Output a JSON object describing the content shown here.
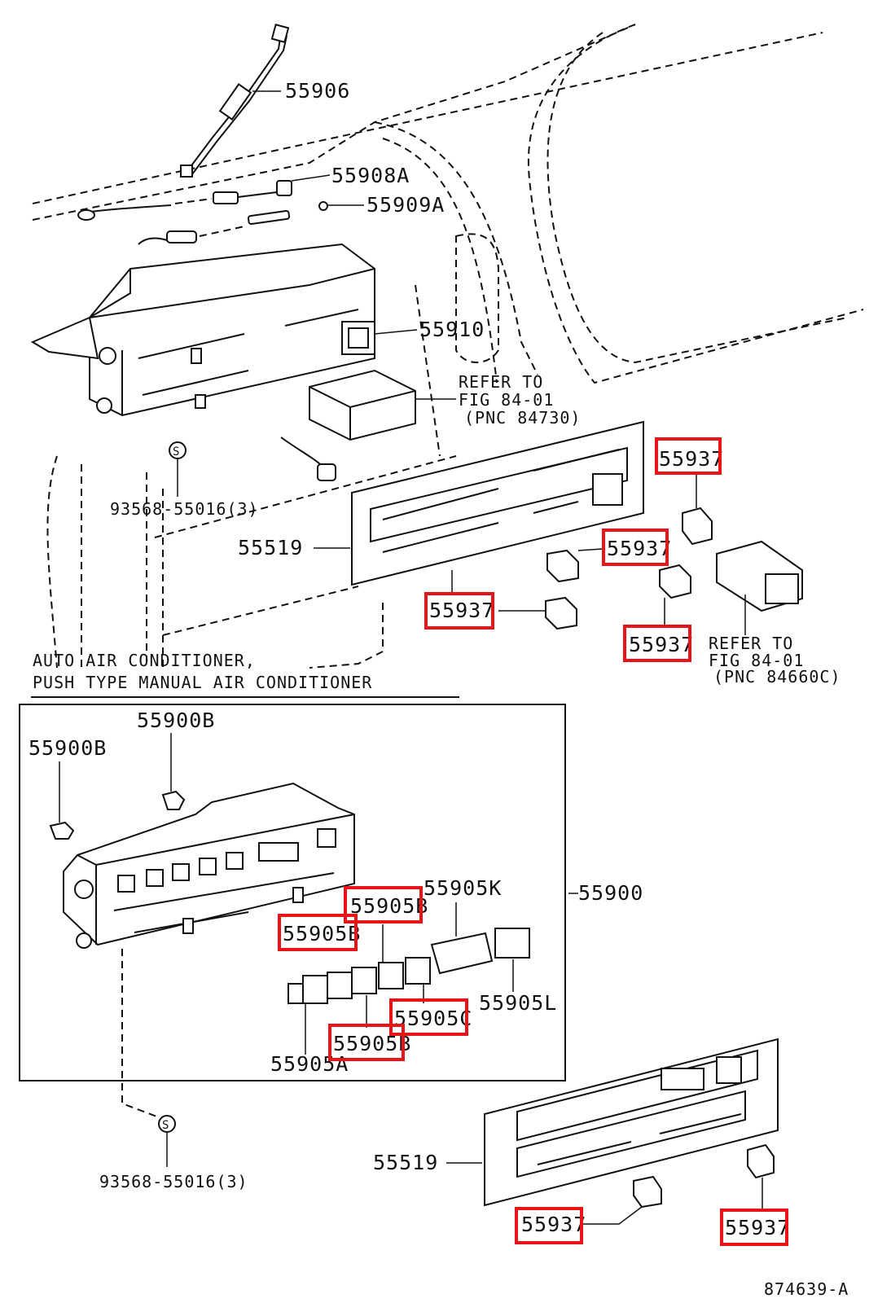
{
  "labels": {
    "p55906": "55906",
    "p55908a": "55908A",
    "p55909a": "55909A",
    "p55910": "55910",
    "refer1_line1": "REFER TO",
    "refer1_line2": "FIG 84-01",
    "refer1_line3": "(PNC 84730)",
    "p55937_a": "55937",
    "p55937_b": "55937",
    "p55937_c": "55937",
    "p55937_d": "55937",
    "p93568_top": "93568-55016(3)",
    "p55519_top": "55519",
    "refer2_line1": "REFER TO",
    "refer2_line2": "FIG 84-01",
    "refer2_line3": "(PNC 84660C)",
    "section_line1": "AUTO AIR CONDITIONER,",
    "section_line2": "PUSH TYPE MANUAL AIR CONDITIONER",
    "p55900b_a": "55900B",
    "p55900b_b": "55900B",
    "p55905k": "55905K",
    "p55900": "55900",
    "p55905b_a": "55905B",
    "p55905b_b": "55905B",
    "p55905l": "55905L",
    "p55905c": "55905C",
    "p55905b_c": "55905B",
    "p55905a": "55905A",
    "p93568_bottom": "93568-55016(3)",
    "p55519_bottom": "55519",
    "p55937_e": "55937",
    "p55937_f": "55937",
    "drawing_no": "874639-A",
    "screw_symbol": "S"
  },
  "colors": {
    "highlight": "#e8141a",
    "line": "#111111",
    "background": "#ffffff"
  }
}
